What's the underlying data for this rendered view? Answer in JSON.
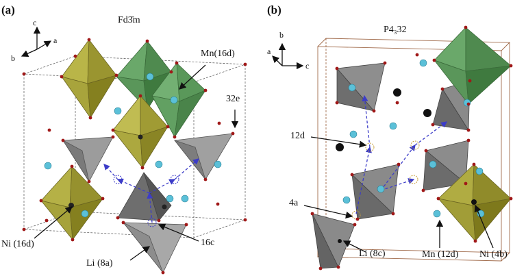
{
  "panel_a": {
    "tag": "(a)",
    "space_group": "Fd3̄m",
    "axes": {
      "c": "c",
      "a": "a",
      "b": "b"
    },
    "labels": {
      "mn": "Mn(16d)",
      "e32": "32e",
      "ni": "Ni (16d)",
      "c16": "16c",
      "li": "Li (8a)"
    }
  },
  "panel_b": {
    "tag": "(b)",
    "space_group": "P4₃32",
    "axes": {
      "b": "b",
      "a": "a",
      "c": "c"
    },
    "labels": {
      "d12": "12d",
      "a4": "4a",
      "li": "Li (8c)",
      "mn": "Mn (12d)",
      "ni": "Ni (4b)"
    }
  },
  "colors": {
    "yellow_octa": "#a9a63a",
    "green_octa": "#5f9a5f",
    "gray_tetra": "#8a8a8a",
    "oxygen": "#a01818",
    "cyan_atom": "#5bc0d8",
    "path": "#3c3cc8"
  }
}
